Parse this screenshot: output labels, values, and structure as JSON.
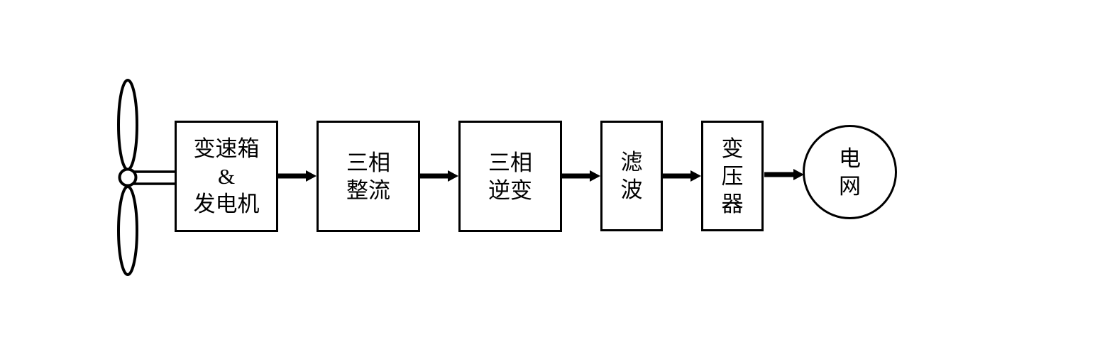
{
  "diagram": {
    "description": "Wind power generation system block diagram",
    "colors": {
      "stroke": "#000000",
      "background": "#ffffff",
      "node_fill": "#ffffff"
    },
    "source_icon": "wind-turbine",
    "nodes": [
      {
        "id": "gearbox-generator",
        "shape": "rect",
        "label": "变速箱 & 发电机",
        "lines": [
          "变速箱",
          "&",
          "发电机"
        ]
      },
      {
        "id": "three-phase-rectifier",
        "shape": "rect",
        "label": "三相整流",
        "lines": [
          "三相",
          "整流"
        ]
      },
      {
        "id": "three-phase-inverter",
        "shape": "rect",
        "label": "三相逆变",
        "lines": [
          "三相",
          "逆变"
        ]
      },
      {
        "id": "filter",
        "shape": "rect",
        "label": "滤波",
        "lines": [
          "滤",
          "波"
        ]
      },
      {
        "id": "transformer",
        "shape": "rect",
        "label": "变压器",
        "lines": [
          "变",
          "压",
          "器"
        ]
      },
      {
        "id": "power-grid",
        "shape": "circle",
        "label": "电网",
        "lines": [
          "电",
          "网"
        ]
      }
    ],
    "edges": [
      {
        "from": "wind-turbine",
        "to": "gearbox-generator",
        "style": "shaft"
      },
      {
        "from": "gearbox-generator",
        "to": "three-phase-rectifier",
        "style": "arrow"
      },
      {
        "from": "three-phase-rectifier",
        "to": "three-phase-inverter",
        "style": "arrow"
      },
      {
        "from": "three-phase-inverter",
        "to": "filter",
        "style": "arrow"
      },
      {
        "from": "filter",
        "to": "transformer",
        "style": "arrow"
      },
      {
        "from": "transformer",
        "to": "power-grid",
        "style": "arrow"
      }
    ]
  }
}
